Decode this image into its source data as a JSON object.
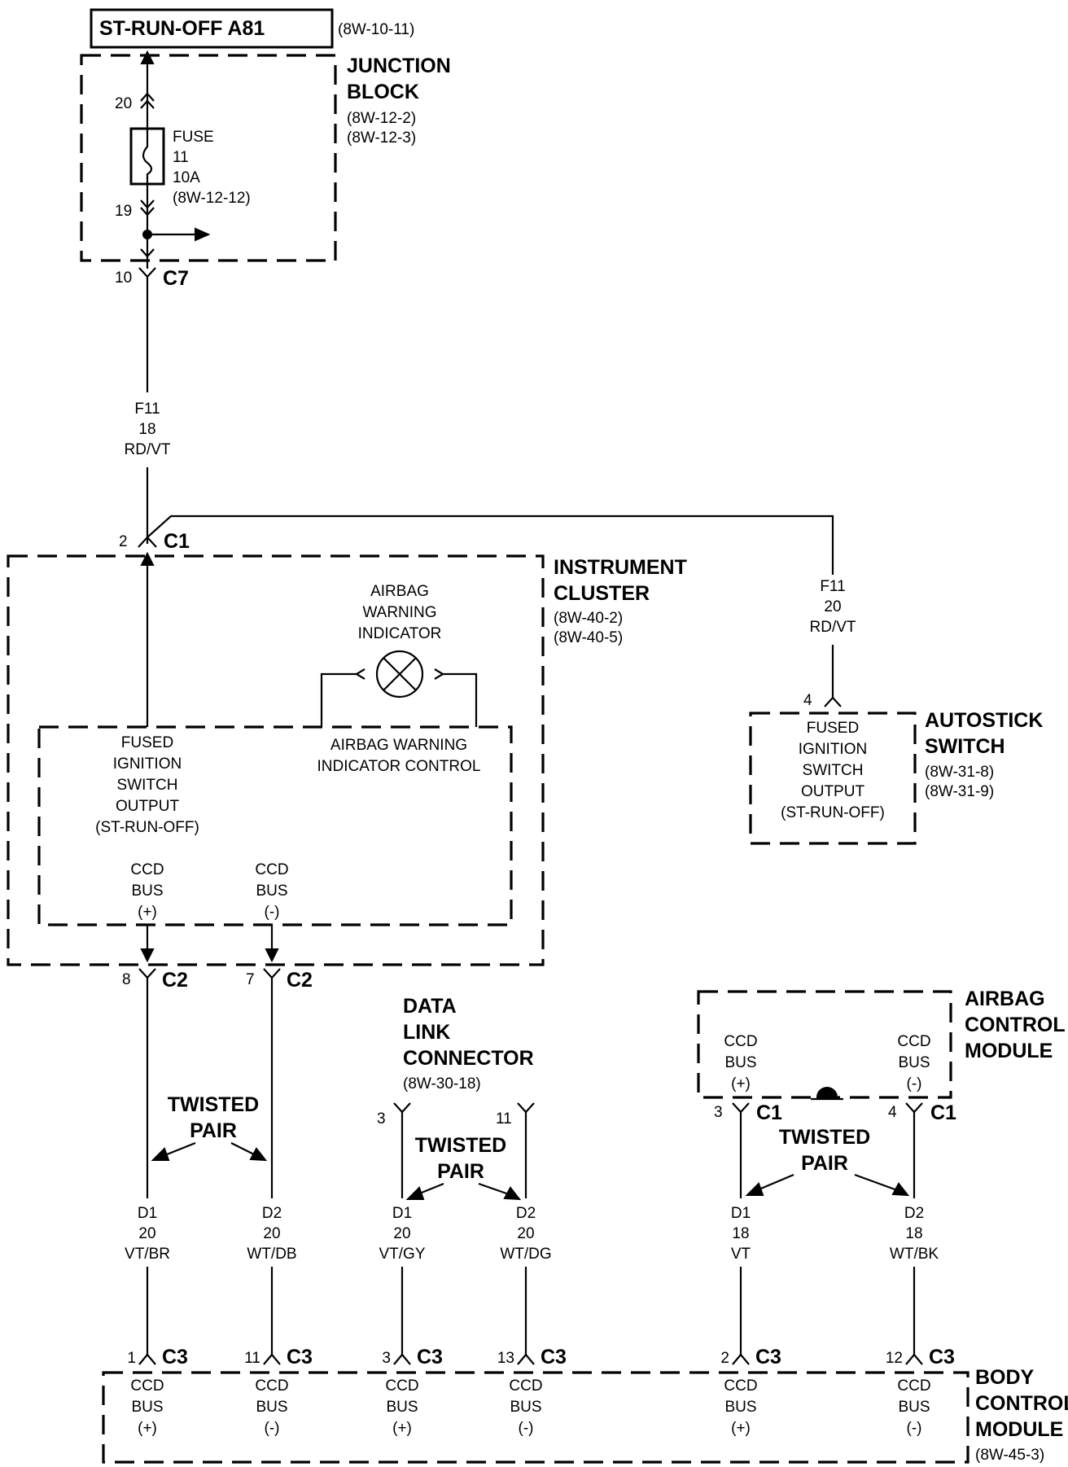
{
  "title_box": {
    "label": "ST-RUN-OFF A81",
    "ref": "(8W-10-11)"
  },
  "junction_block": {
    "name1": "JUNCTION",
    "name2": "BLOCK",
    "ref1": "(8W-12-2)",
    "ref2": "(8W-12-3)",
    "pin_top": "20",
    "pin_bottom": "19",
    "fuse": [
      "FUSE",
      "11",
      "10A",
      "(8W-12-12)"
    ]
  },
  "c7": {
    "pin": "10",
    "conn": "C7"
  },
  "wire_f11_main": [
    "F11",
    "18",
    "RD/VT"
  ],
  "c1_top": {
    "pin": "2",
    "conn": "C1"
  },
  "instrument_cluster": {
    "name1": "INSTRUMENT",
    "name2": "CLUSTER",
    "ref1": "(8W-40-2)",
    "ref2": "(8W-40-5)",
    "lamp": [
      "AIRBAG",
      "WARNING",
      "INDICATOR"
    ],
    "fused": [
      "FUSED",
      "IGNITION",
      "SWITCH",
      "OUTPUT",
      "(ST-RUN-OFF)"
    ],
    "control": [
      "AIRBAG WARNING",
      "INDICATOR CONTROL"
    ],
    "ccd_plus": [
      "CCD",
      "BUS",
      "(+)"
    ],
    "ccd_minus": [
      "CCD",
      "BUS",
      "(-)"
    ]
  },
  "c2": {
    "pin_a": "8",
    "pin_b": "7",
    "conn": "C2"
  },
  "wire_f11_branch": [
    "F11",
    "20",
    "RD/VT"
  ],
  "autostick": {
    "pin": "4",
    "name1": "AUTOSTICK",
    "name2": "SWITCH",
    "ref1": "(8W-31-8)",
    "ref2": "(8W-31-9)",
    "lines": [
      "FUSED",
      "IGNITION",
      "SWITCH",
      "OUTPUT",
      "(ST-RUN-OFF)"
    ]
  },
  "dlc": {
    "name1": "DATA",
    "name2": "LINK",
    "name3": "CONNECTOR",
    "ref": "(8W-30-18)",
    "pin_a": "3",
    "pin_b": "11"
  },
  "airbag_module": {
    "name1": "AIRBAG",
    "name2": "CONTROL",
    "name3": "MODULE",
    "ccd_plus": [
      "CCD",
      "BUS",
      "(+)"
    ],
    "ccd_minus": [
      "CCD",
      "BUS",
      "(-)"
    ],
    "pin_a": "3",
    "pin_b": "4",
    "conn": "C1"
  },
  "twisted_pair": [
    "TWISTED",
    "PAIR"
  ],
  "wires_bottom": [
    {
      "circuit": "D1",
      "gauge": "20",
      "color": "VT/BR"
    },
    {
      "circuit": "D2",
      "gauge": "20",
      "color": "WT/DB"
    },
    {
      "circuit": "D1",
      "gauge": "20",
      "color": "VT/GY"
    },
    {
      "circuit": "D2",
      "gauge": "20",
      "color": "WT/DG"
    },
    {
      "circuit": "D1",
      "gauge": "18",
      "color": "VT"
    },
    {
      "circuit": "D2",
      "gauge": "18",
      "color": "WT/BK"
    }
  ],
  "c3": {
    "conn": "C3",
    "pins": [
      "1",
      "11",
      "3",
      "13",
      "2",
      "12"
    ]
  },
  "bcm": {
    "name1": "BODY",
    "name2": "CONTROL",
    "name3": "MODULE",
    "ref": "(8W-45-3)",
    "ccd": [
      [
        "CCD",
        "BUS",
        "(+)"
      ],
      [
        "CCD",
        "BUS",
        "(-)"
      ],
      [
        "CCD",
        "BUS",
        "(+)"
      ],
      [
        "CCD",
        "BUS",
        "(-)"
      ],
      [
        "CCD",
        "BUS",
        "(+)"
      ],
      [
        "CCD",
        "BUS",
        "(-)"
      ]
    ]
  }
}
